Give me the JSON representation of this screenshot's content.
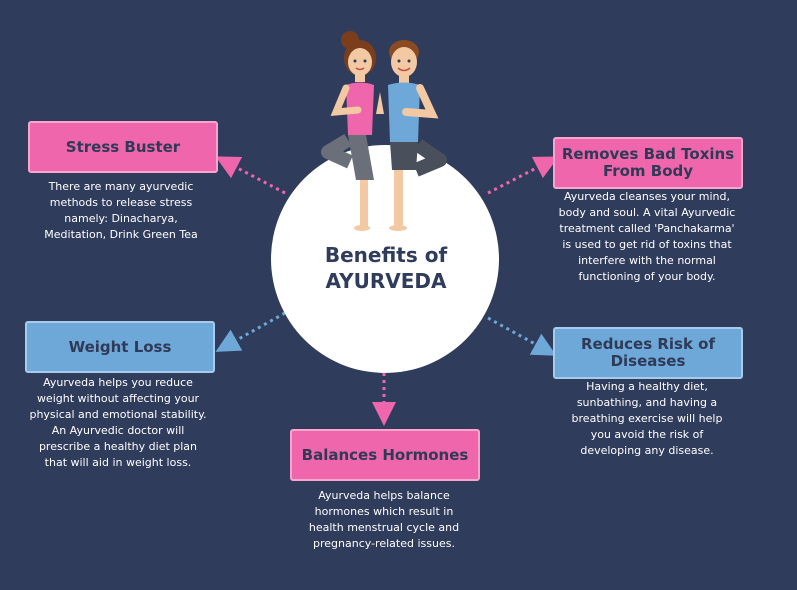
{
  "title": "Benefits of AYURVEDA",
  "benefits": [
    {
      "heading": "Stress Buster",
      "text": "There are many ayurvedic methods to release stress namely: Dinacharya, Meditation, Drink Green Tea"
    },
    {
      "heading": "Removes Bad Toxins From Body",
      "text": "Ayurveda cleanses your mind, body and soul. A vital Ayurvedic treatment called 'Panchakarma' is used to get rid of toxins that interfere with the normal functioning of your body."
    },
    {
      "heading": "Weight Loss",
      "text": "Ayurveda helps you reduce weight without affecting your physical and emotional stability. An Ayurvedic doctor will prescribe a healthy diet plan that will aid in weight loss."
    },
    {
      "heading": "Reduces Risk of Diseases",
      "text": "Having a healthy diet, sunbathing, and having a breathing exercise will help you avoid the risk of developing any disease."
    },
    {
      "heading": "Balances Hormones",
      "text": "Ayurveda helps balance hormones which result in health menstrual cycle and pregnancy-related issues."
    }
  ],
  "colors": {
    "background": "#303c5c",
    "pink": "#f066ac",
    "blue": "#6ea8d9",
    "text": "#ffffff"
  }
}
